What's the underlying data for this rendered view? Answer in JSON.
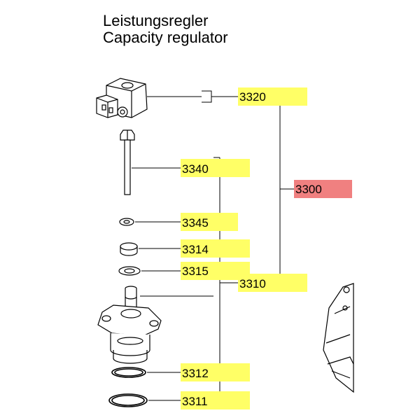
{
  "title": {
    "line1": "Leistungsregler",
    "line2": "Capacity regulator"
  },
  "colors": {
    "label_yellow": "#ffff66",
    "label_red": "#f08080",
    "line": "#000000"
  },
  "labels": [
    {
      "id": "3320",
      "text": "3320",
      "highlight": "yellow"
    },
    {
      "id": "3340",
      "text": "3340",
      "highlight": "yellow"
    },
    {
      "id": "3300",
      "text": "3300",
      "highlight": "red"
    },
    {
      "id": "3345",
      "text": "3345",
      "highlight": "yellow"
    },
    {
      "id": "3314",
      "text": "3314",
      "highlight": "yellow"
    },
    {
      "id": "3315",
      "text": "3315",
      "highlight": "yellow"
    },
    {
      "id": "3310",
      "text": "3310",
      "highlight": "yellow"
    },
    {
      "id": "3312",
      "text": "3312",
      "highlight": "yellow"
    },
    {
      "id": "3311",
      "text": "3311",
      "highlight": "yellow"
    }
  ]
}
